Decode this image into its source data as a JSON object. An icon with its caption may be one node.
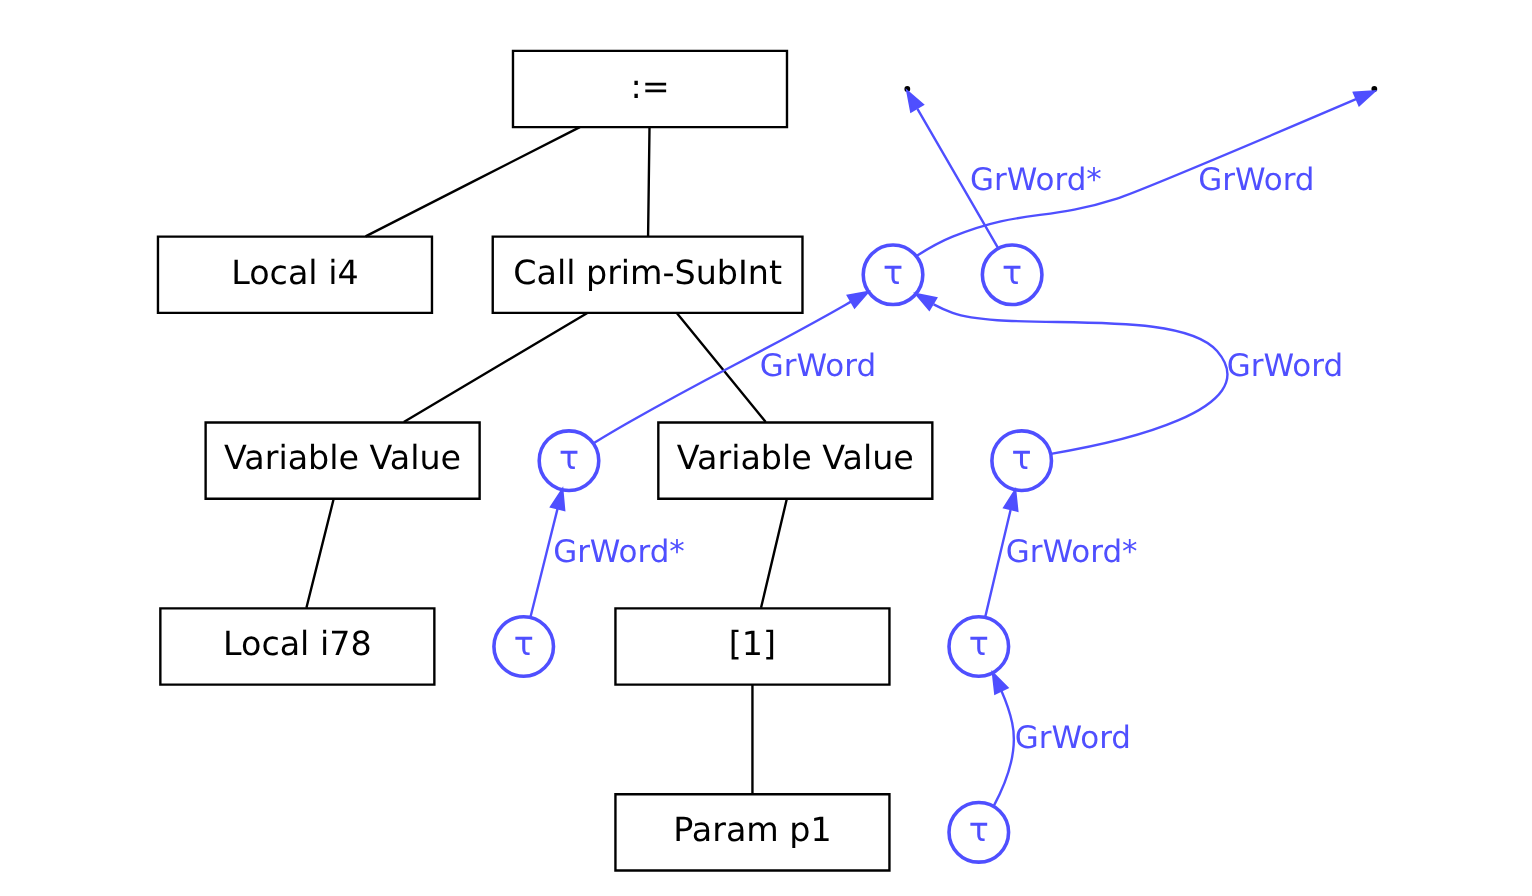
{
  "diagram": {
    "nodes": [
      {
        "text": [
          ":="
        ]
      },
      {
        "text": [
          "Local i4"
        ]
      },
      {
        "text": [
          "τ"
        ]
      },
      {
        "text": [
          "Call prim-SubInt"
        ]
      },
      {
        "text": [
          "τ"
        ]
      },
      {
        "text": [
          "Variable Value"
        ]
      },
      {
        "text": [
          "τ"
        ]
      },
      {
        "text": [
          "Variable Value"
        ]
      },
      {
        "text": [
          "τ"
        ]
      },
      {
        "text": [
          "Local i78"
        ]
      },
      {
        "text": [
          "τ"
        ]
      },
      {
        "text": [
          "[1]"
        ]
      },
      {
        "text": [
          "τ"
        ]
      },
      {
        "text": [
          "Param p1"
        ]
      },
      {
        "text": [
          "τ"
        ]
      }
    ],
    "edges": [
      {
        "from": 0,
        "to": 1,
        "arrow": "none"
      },
      {
        "from": 0,
        "to": 3,
        "arrow": "none"
      },
      {
        "from": 2,
        "to": null,
        "arrow": "to",
        "label": "GrWord*",
        "color": "#4f4fff"
      },
      {
        "from": 4,
        "to": null,
        "arrow": "to",
        "label": "GrWord",
        "color": "#4f4fff"
      },
      {
        "from": 3,
        "to": 5,
        "arrow": "none"
      },
      {
        "from": 3,
        "to": 7,
        "arrow": "none"
      },
      {
        "from": 6,
        "to": 4,
        "arrow": "to",
        "label": "GrWord",
        "color": "#4f4fff"
      },
      {
        "from": 8,
        "to": 4,
        "arrow": "to",
        "label": "GrWord",
        "color": "#4f4fff"
      },
      {
        "from": 5,
        "to": 9,
        "arrow": "none"
      },
      {
        "from": 10,
        "to": 6,
        "arrow": "to",
        "label": "GrWord*",
        "color": "#4f4fff"
      },
      {
        "from": 7,
        "to": 11,
        "arrow": "none"
      },
      {
        "from": 12,
        "to": 8,
        "arrow": "to",
        "label": "GrWord*",
        "color": "#4f4fff"
      },
      {
        "from": 11,
        "to": 13,
        "arrow": "none"
      },
      {
        "from": 14,
        "to": 12,
        "arrow": "to",
        "label": "GrWord",
        "color": "#4f4fff"
      }
    ]
  }
}
